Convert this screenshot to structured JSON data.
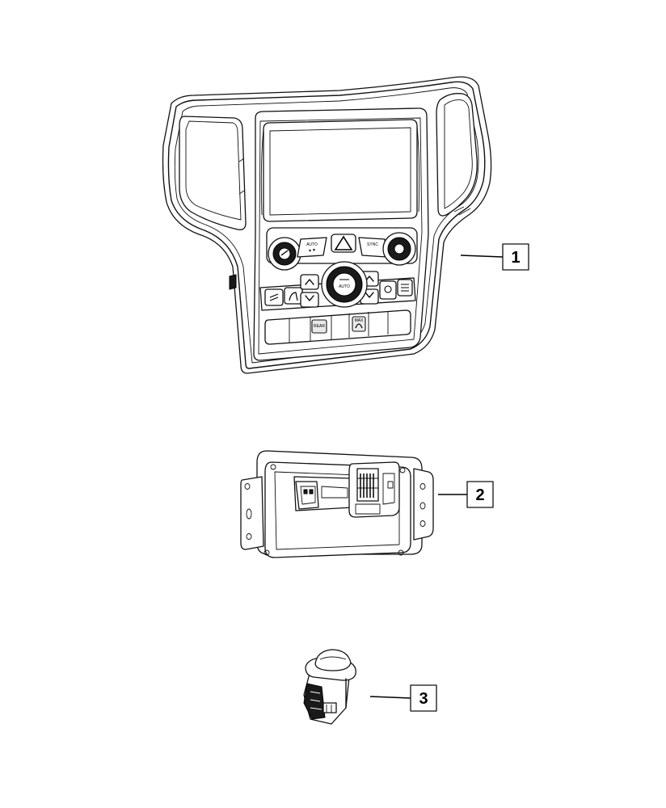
{
  "callouts": {
    "item1": "1",
    "item2": "2",
    "item3": "3"
  },
  "panel_labels": {
    "auto_left": "AUTO",
    "sync": "SYNC",
    "auto_center": "AUTO",
    "rear": "REAR",
    "max": "MAX"
  },
  "icons": {
    "hazard": "hazard-triangle-icon",
    "fan": "fan-icon",
    "seat_heat": "seat-heater-icon",
    "defrost": "defrost-icon"
  }
}
